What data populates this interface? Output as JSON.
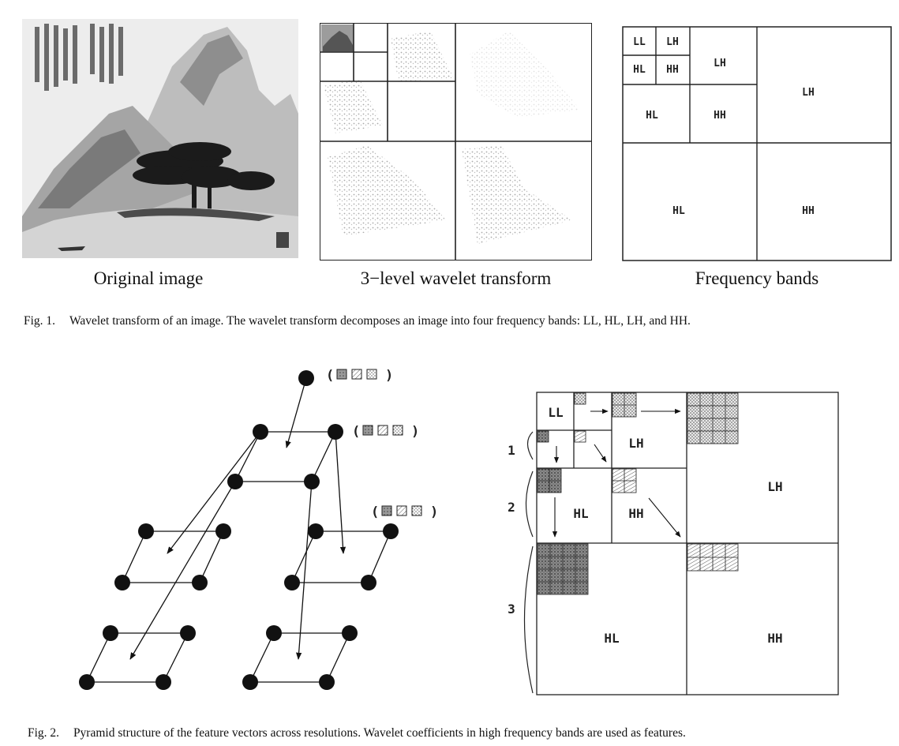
{
  "figure1": {
    "panels": [
      {
        "title": "Original image"
      },
      {
        "title": "3−level wavelet transform"
      },
      {
        "title": "Frequency bands"
      }
    ],
    "band_labels": {
      "level1": {
        "ll": "LL",
        "lh": "LH",
        "hl": "HL",
        "hh": "HH"
      },
      "level2": {
        "lh": "LH",
        "hl": "HL",
        "hh": "HH"
      },
      "level3": {
        "lh": "LH",
        "hl": "HL",
        "hh": "HH"
      }
    },
    "caption_label": "Fig. 1.",
    "caption_text": "Wavelet transform of an image. The wavelet transform decomposes an image into four frequency bands: LL, HL, LH, and HH."
  },
  "figure2": {
    "pyramid_legends": [
      "( ▨ ▧ ▩ )",
      "( ▨ ▧ ▩ )",
      "( ▨ ▧ ▩ )"
    ],
    "bands": {
      "ll": "LL",
      "lh_small": "LH",
      "hl_mid": "HL",
      "hh_mid": "HH",
      "lh_big": "LH",
      "hl_big": "HL",
      "hh_big": "HH"
    },
    "level_numbers": [
      "1",
      "2",
      "3"
    ],
    "caption_label": "Fig. 2.",
    "caption_text": "Pyramid structure of the feature vectors across resolutions. Wavelet coefficients in high frequency bands are used as features."
  }
}
